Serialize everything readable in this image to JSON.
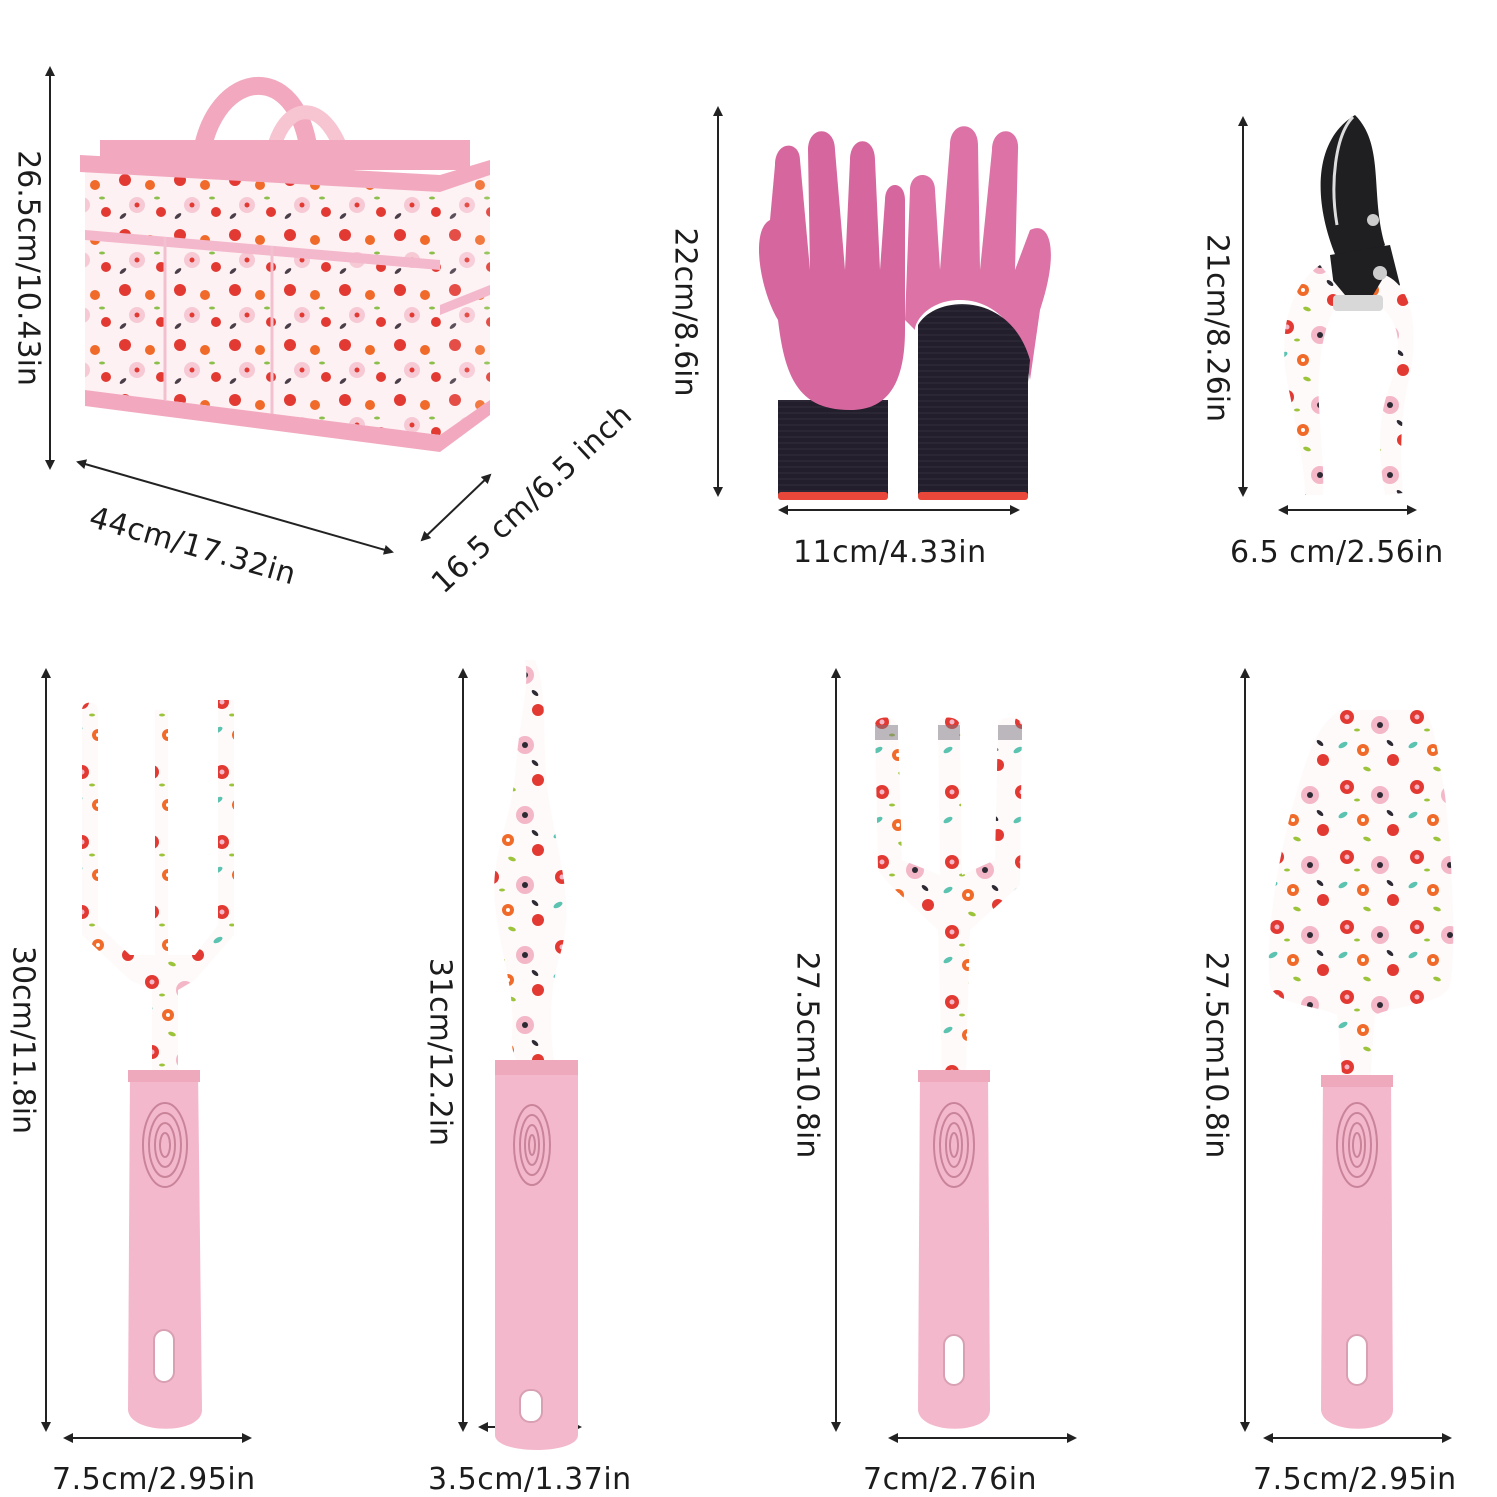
{
  "products": {
    "tote_bag": {
      "name": "tote-bag",
      "height_label": "26.5cm/10.43in",
      "width_label": "44cm/17.32in",
      "depth_label": "16.5 cm/6.5 inch"
    },
    "gloves": {
      "name": "gardening-gloves",
      "height_label": "22cm/8.6in",
      "width_label": "11cm/4.33in"
    },
    "pruner": {
      "name": "pruning-shears",
      "height_label": "21cm/8.26in",
      "width_label": "6.5 cm/2.56in"
    },
    "cultivator": {
      "name": "hand-cultivator",
      "height_label": "30cm/11.8in",
      "width_label": "7.5cm/2.95in"
    },
    "weeder": {
      "name": "hand-weeder",
      "height_label": "31cm/12.2in",
      "width_label": "3.5cm/1.37in"
    },
    "rake": {
      "name": "hand-rake",
      "height_label": "27.5cm10.8in",
      "width_label": "7cm/2.76in"
    },
    "trowel": {
      "name": "hand-trowel",
      "height_label": "27.5cm10.8in",
      "width_label": "7.5cm/2.95in"
    }
  },
  "colors": {
    "handle_pink": "#f4b8cc",
    "bag_trim_pink": "#f2a9bf",
    "glove_pink": "#d6679e",
    "glove_cuff": "#201c2a",
    "glove_trim": "#e8473a",
    "flower_red": "#e23a33",
    "flower_orange": "#f06a2a",
    "flower_pink": "#f3b7c8",
    "leaf_teal": "#5cc3b1",
    "leaf_dark": "#2d2a33",
    "arrow": "#222222"
  }
}
